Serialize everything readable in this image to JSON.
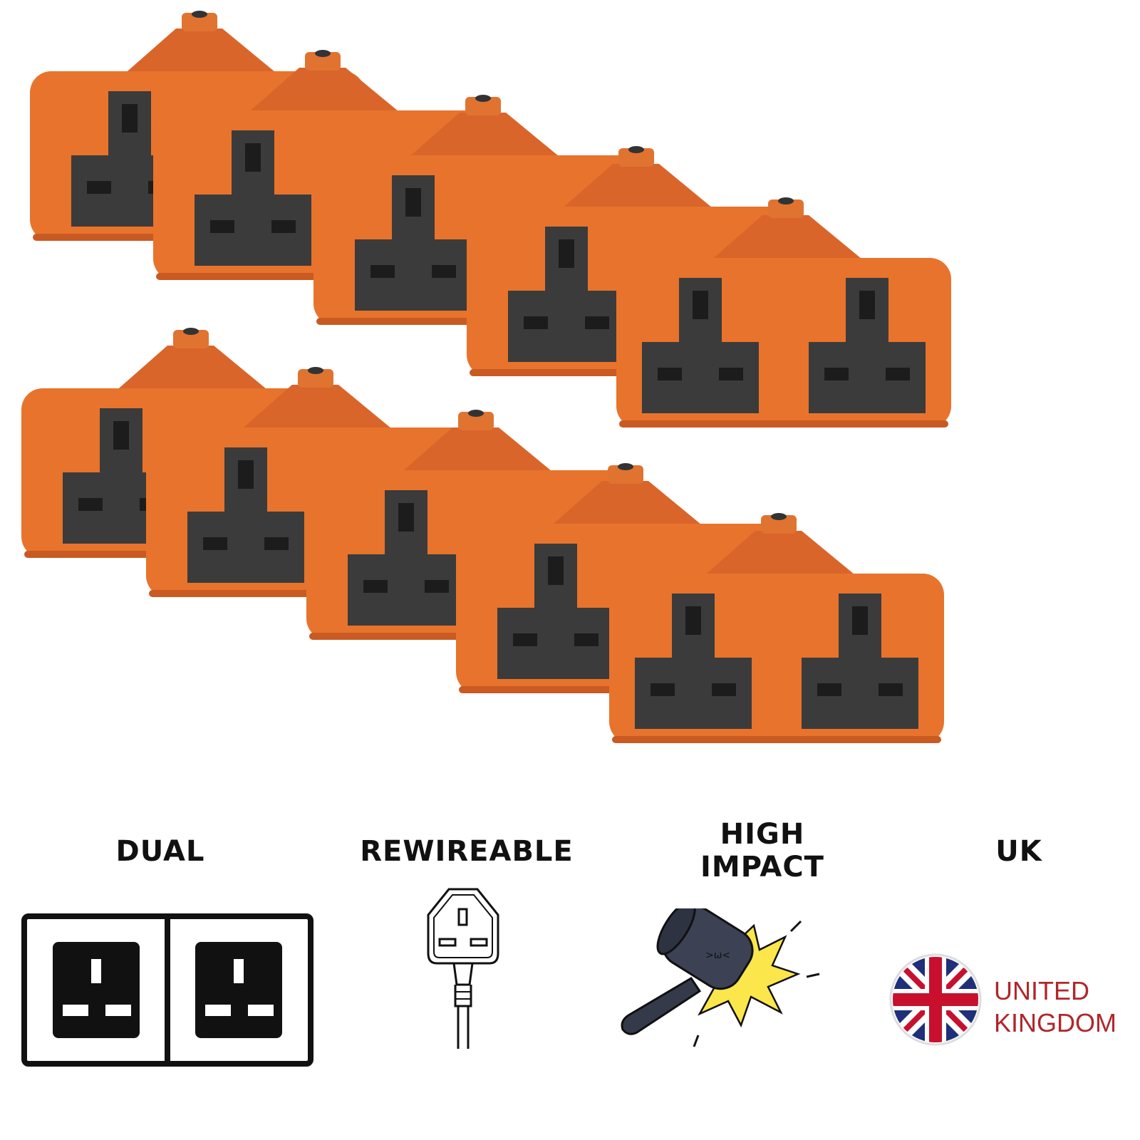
{
  "product": {
    "body_color": "#e8732c",
    "face_color": "#3b3b3b",
    "count_single": 8,
    "count_double": 2
  },
  "features": [
    {
      "label": "DUAL",
      "icon": "double-socket-icon"
    },
    {
      "label": "REWIREABLE",
      "icon": "uk-plug-icon"
    },
    {
      "label_line1": "HIGH",
      "label_line2": "IMPACT",
      "icon": "rubber-mallet-icon"
    },
    {
      "label": "UK",
      "icon": "union-jack-flag-icon"
    }
  ],
  "uk_badge": {
    "line1": "UNITED",
    "line2": "KINGDOM",
    "text_color": "#b0262b"
  }
}
